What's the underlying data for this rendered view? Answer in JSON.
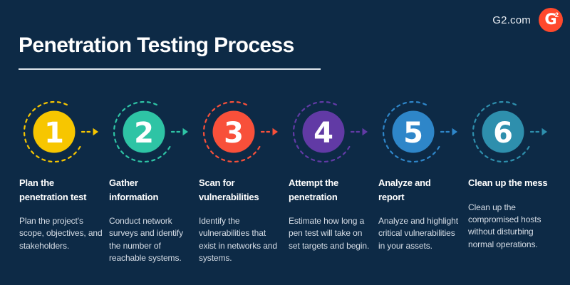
{
  "header": {
    "title": "Penetration Testing Process",
    "brand": "G2.com",
    "logo": {
      "letter": "G",
      "superscript": "2",
      "color": "#FF492C"
    }
  },
  "colors": {
    "background": "#0D2A46",
    "title_text": "#FFFFFF",
    "body_text": "#D7DEE7",
    "underline": "#DFE5EC"
  },
  "steps": [
    {
      "number": "1",
      "color": "#F7C600",
      "title": "Plan the penetration test",
      "description": "Plan the project's scope, objectives, and stakeholders."
    },
    {
      "number": "2",
      "color": "#2EC4A5",
      "title": "Gather information",
      "description": "Conduct network surveys and identify the number of reachable systems."
    },
    {
      "number": "3",
      "color": "#F8503A",
      "title": "Scan for vulnerabilities",
      "description": "Identify the vulnerabilities that exist in networks and systems."
    },
    {
      "number": "4",
      "color": "#613AA5",
      "title": "Attempt the penetration",
      "description": "Estimate how long a pen test will take on set targets and begin."
    },
    {
      "number": "5",
      "color": "#2E86C9",
      "title": "Analyze and report",
      "description": "Analyze and highlight critical vulnerabilities in your assets."
    },
    {
      "number": "6",
      "color": "#2E8FAD",
      "title": "Clean up the mess",
      "description": "Clean up the compromised hosts without disturbing normal operations."
    }
  ]
}
